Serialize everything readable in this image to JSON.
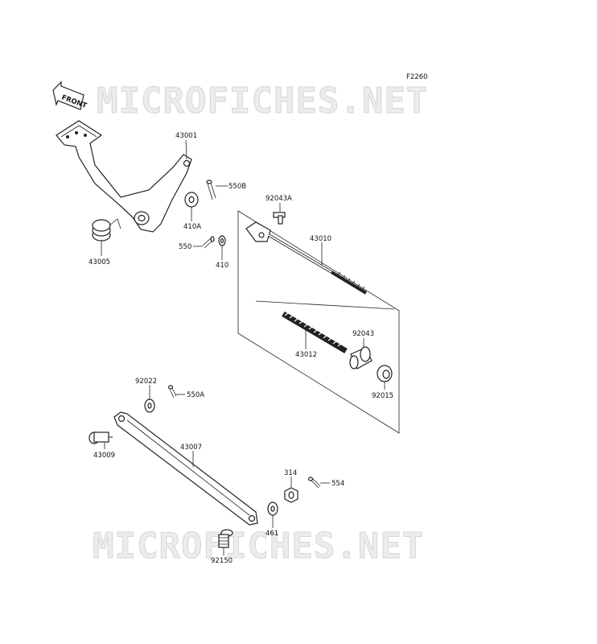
{
  "figure_code": "F2260",
  "watermark": "MICROFICHES.NET",
  "front_label": "FRONT",
  "labels": [
    {
      "id": "p43001",
      "text": "43001"
    },
    {
      "id": "p550b",
      "text": "550B"
    },
    {
      "id": "p410a",
      "text": "410A"
    },
    {
      "id": "p550",
      "text": "550"
    },
    {
      "id": "p410",
      "text": "410"
    },
    {
      "id": "p43005",
      "text": "43005"
    },
    {
      "id": "p92043a",
      "text": "92043A"
    },
    {
      "id": "p43010",
      "text": "43010"
    },
    {
      "id": "p43012",
      "text": "43012"
    },
    {
      "id": "p92043",
      "text": "92043"
    },
    {
      "id": "p92015",
      "text": "92015"
    },
    {
      "id": "p92022",
      "text": "92022"
    },
    {
      "id": "p550a",
      "text": "550A"
    },
    {
      "id": "p43009",
      "text": "43009"
    },
    {
      "id": "p43007",
      "text": "43007"
    },
    {
      "id": "p314",
      "text": "314"
    },
    {
      "id": "p554",
      "text": "554"
    },
    {
      "id": "p461",
      "text": "461"
    },
    {
      "id": "p92150",
      "text": "92150"
    }
  ]
}
